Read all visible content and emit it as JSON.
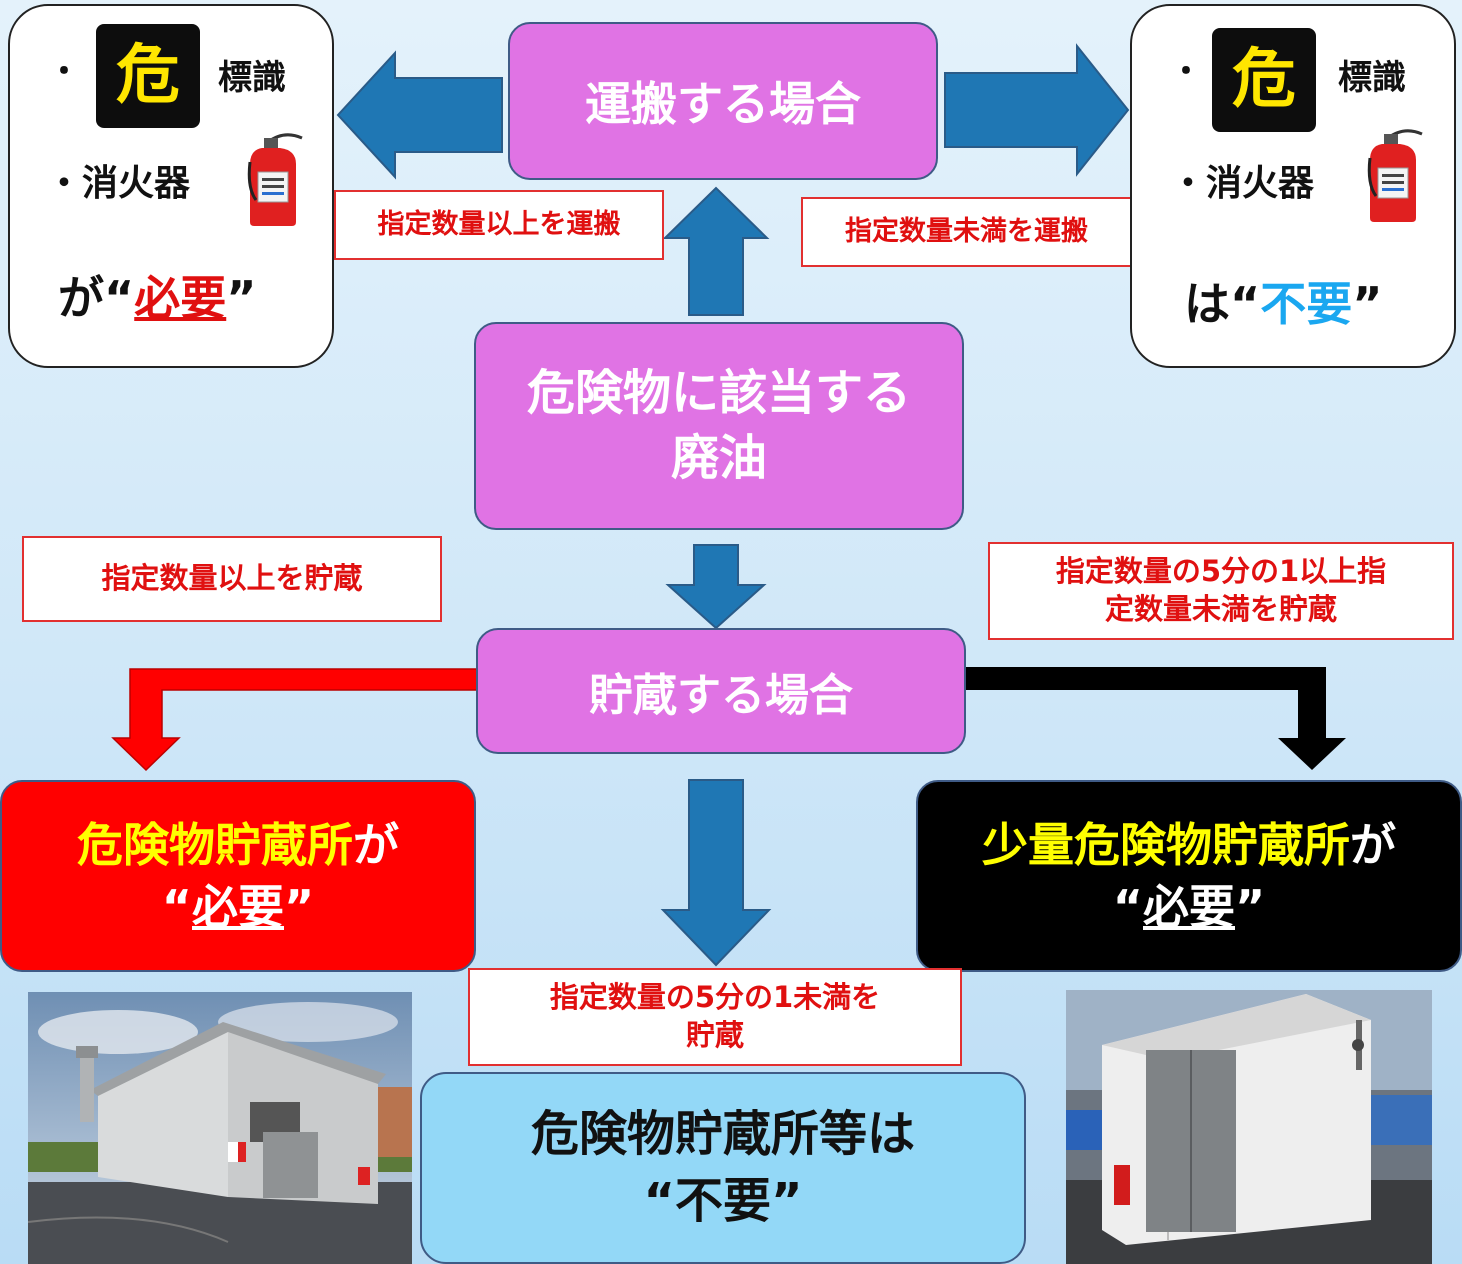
{
  "transport": {
    "title": "運搬する場合",
    "label_above": "指定数量以上を運搬",
    "label_below": "指定数量未満を運搬"
  },
  "left_box": {
    "bullet": "・",
    "sign_char": "危",
    "sign_label": "標識",
    "extinguisher_label": "・消火器",
    "result_prefix": "が“",
    "result_word": "必要",
    "result_suffix": "”"
  },
  "right_box": {
    "bullet": "・",
    "sign_char": "危",
    "sign_label": "標識",
    "extinguisher_label": "・消火器",
    "result_prefix": "は“",
    "result_word": "不要",
    "result_suffix": "”"
  },
  "center": {
    "line1": "危険物に該当する",
    "line2": "廃油"
  },
  "storage": {
    "title": "貯蔵する場合",
    "label_left": "指定数量以上を貯蔵",
    "label_right_line1": "指定数量の5分の1以上指",
    "label_right_line2": "定数量未満を貯蔵",
    "label_bottom_line1": "指定数量の5分の1未満を",
    "label_bottom_line2": "貯蔵"
  },
  "result_left": {
    "line1_main": "危険物貯蔵所",
    "line1_tail": "が",
    "line2_open": "“",
    "line2_word": "必要",
    "line2_close": "”"
  },
  "result_right": {
    "line1_main": "少量危険物貯蔵所",
    "line1_tail": "が",
    "line2_open": "“",
    "line2_word": "必要",
    "line2_close": "”"
  },
  "result_bottom": {
    "line1": "危険物貯蔵所等は",
    "line2": "“不要”"
  },
  "colors": {
    "pink": "#e073e4",
    "arrow_blue": "#1f77b4",
    "red": "#ff0000",
    "black": "#000000",
    "yellow": "#ffff00",
    "light_blue_box": "#93d8f7",
    "accent_cyan": "#1aa7f0"
  }
}
